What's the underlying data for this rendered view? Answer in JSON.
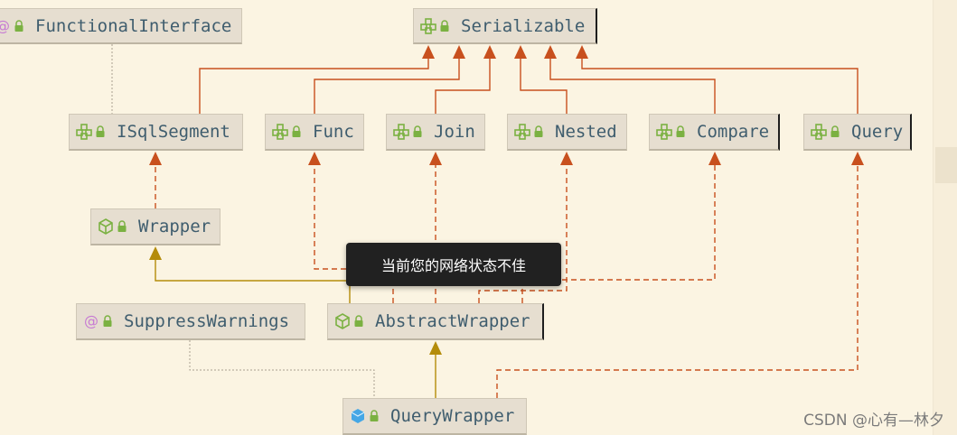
{
  "diagram": {
    "title": "",
    "nodes": [
      {
        "id": "FunctionalInterface",
        "label": "FunctionalInterface",
        "kind": "annotation"
      },
      {
        "id": "Serializable",
        "label": "Serializable",
        "kind": "interface"
      },
      {
        "id": "ISqlSegment",
        "label": "ISqlSegment",
        "kind": "interface"
      },
      {
        "id": "Func",
        "label": "Func",
        "kind": "interface"
      },
      {
        "id": "Join",
        "label": "Join",
        "kind": "interface"
      },
      {
        "id": "Nested",
        "label": "Nested",
        "kind": "interface"
      },
      {
        "id": "Compare",
        "label": "Compare",
        "kind": "interface"
      },
      {
        "id": "Query",
        "label": "Query",
        "kind": "interface"
      },
      {
        "id": "Wrapper",
        "label": "Wrapper",
        "kind": "abstract-class"
      },
      {
        "id": "SuppressWarnings",
        "label": "SuppressWarnings",
        "kind": "annotation"
      },
      {
        "id": "AbstractWrapper",
        "label": "AbstractWrapper",
        "kind": "abstract-class"
      },
      {
        "id": "QueryWrapper",
        "label": "QueryWrapper",
        "kind": "class"
      }
    ],
    "edges": [
      {
        "from": "ISqlSegment",
        "to": "Serializable",
        "type": "extends-interface"
      },
      {
        "from": "Func",
        "to": "Serializable",
        "type": "extends-interface"
      },
      {
        "from": "Join",
        "to": "Serializable",
        "type": "extends-interface"
      },
      {
        "from": "Nested",
        "to": "Serializable",
        "type": "extends-interface"
      },
      {
        "from": "Compare",
        "to": "Serializable",
        "type": "extends-interface"
      },
      {
        "from": "Query",
        "to": "Serializable",
        "type": "extends-interface"
      },
      {
        "from": "Wrapper",
        "to": "ISqlSegment",
        "type": "implements"
      },
      {
        "from": "AbstractWrapper",
        "to": "Wrapper",
        "type": "extends-class"
      },
      {
        "from": "AbstractWrapper",
        "to": "Func",
        "type": "implements"
      },
      {
        "from": "AbstractWrapper",
        "to": "Join",
        "type": "implements"
      },
      {
        "from": "AbstractWrapper",
        "to": "Nested",
        "type": "implements"
      },
      {
        "from": "AbstractWrapper",
        "to": "Compare",
        "type": "implements"
      },
      {
        "from": "QueryWrapper",
        "to": "AbstractWrapper",
        "type": "extends-class"
      },
      {
        "from": "QueryWrapper",
        "to": "Query",
        "type": "implements"
      },
      {
        "from": "ISqlSegment",
        "to": "FunctionalInterface",
        "type": "annotated"
      },
      {
        "from": "QueryWrapper",
        "to": "SuppressWarnings",
        "type": "annotated"
      }
    ]
  },
  "toast": {
    "message": "当前您的网络状态不佳"
  },
  "watermark": {
    "text": "CSDN @心有—林夕"
  },
  "colors": {
    "background": "#fbf4e2",
    "node_fill": "#e6ded0",
    "interface_edge": "#c8501e",
    "class_edge": "#b48c0a",
    "annotation_edge": "#a8a090",
    "node_text": "#3f5d6e",
    "interface_icon": "#7bb142",
    "annotation_icon": "#c77ad3",
    "class_icon": "#45a7e6"
  }
}
